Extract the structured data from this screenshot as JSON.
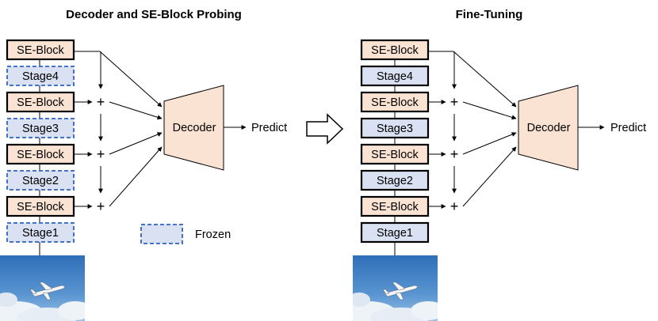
{
  "left_panel": {
    "title": "Decoder and SE-Block Probing",
    "blocks": [
      "SE-Block",
      "Stage4",
      "SE-Block",
      "Stage3",
      "SE-Block",
      "Stage2",
      "SE-Block",
      "Stage1"
    ],
    "decoder_label": "Decoder",
    "output_label": "Predict",
    "legend_label": "Frozen"
  },
  "right_panel": {
    "title": "Fine-Tuning",
    "blocks": [
      "SE-Block",
      "Stage4",
      "SE-Block",
      "Stage3",
      "SE-Block",
      "Stage2",
      "SE-Block",
      "Stage1"
    ],
    "decoder_label": "Decoder",
    "output_label": "Predict"
  },
  "plus_symbol": "+",
  "colors": {
    "se_block_fill": "#fbe3d3",
    "stage_fill": "#d9e1f2",
    "frozen_border": "#4472c4",
    "decoder_fill": "#fbe3d3",
    "sky": "#3b7dc4",
    "cloud": "#eef3f8"
  },
  "images": [
    "airplane-photo",
    "airplane-photo"
  ]
}
